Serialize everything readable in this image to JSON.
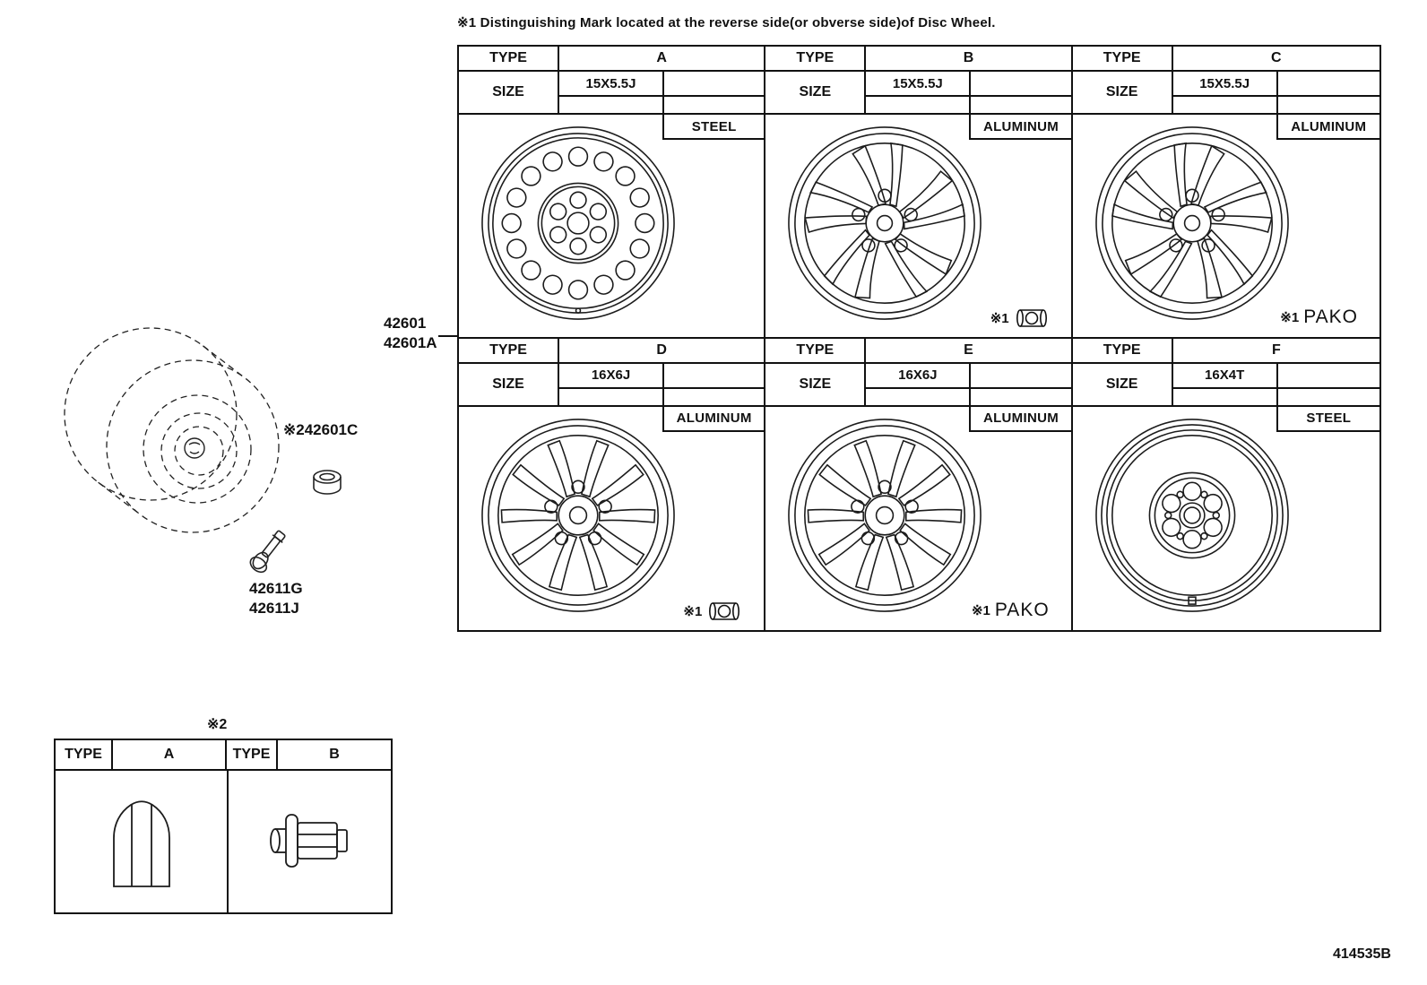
{
  "page": {
    "note_top": "※1 Distinguishing Mark located at the reverse side(or obverse side)of Disc Wheel.",
    "doc_number": "414535B"
  },
  "callouts": {
    "wheel_primary": "42601",
    "wheel_secondary": "42601A",
    "cap_ref_prefix": "※2",
    "cap_part": "42601C",
    "valve_part_1": "42611G",
    "valve_part_2": "42611J"
  },
  "wheel_table": {
    "type_label": "TYPE",
    "size_label": "SIZE",
    "cells": [
      {
        "type": "A",
        "size": "15X5.5J",
        "material": "STEEL"
      },
      {
        "type": "B",
        "size": "15X5.5J",
        "material": "ALUMINUM",
        "mark": "※1"
      },
      {
        "type": "C",
        "size": "15X5.5J",
        "material": "ALUMINUM",
        "mark": "※1",
        "mark_suffix": "PAKO"
      },
      {
        "type": "D",
        "size": "16X6J",
        "material": "ALUMINUM",
        "mark": "※1"
      },
      {
        "type": "E",
        "size": "16X6J",
        "material": "ALUMINUM",
        "mark": "※1",
        "mark_suffix": "PAKO"
      },
      {
        "type": "F",
        "size": "16X4T",
        "material": "STEEL"
      }
    ]
  },
  "nut_table": {
    "heading": "※2",
    "type_label": "TYPE",
    "variants": [
      {
        "type": "A"
      },
      {
        "type": "B"
      }
    ]
  }
}
